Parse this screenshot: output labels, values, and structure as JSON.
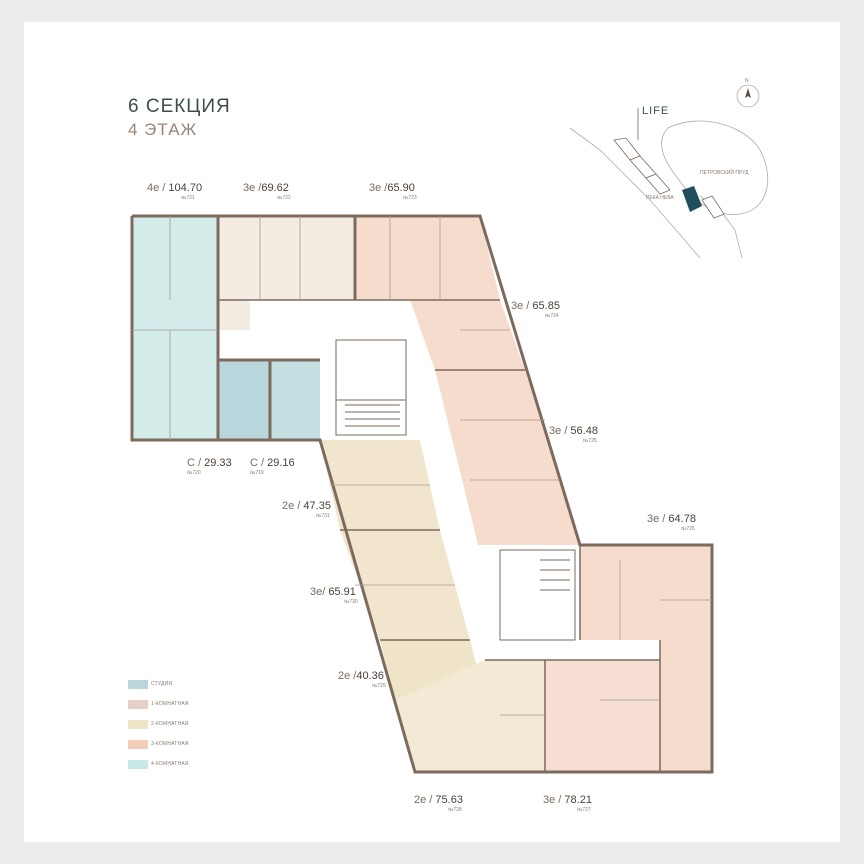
{
  "header": {
    "section": "6 СЕКЦИЯ",
    "floor": "4 ЭТАЖ"
  },
  "apartments": [
    {
      "type": "4е",
      "sep": " / ",
      "area": "104.70",
      "number": "№721"
    },
    {
      "type": "3е",
      "sep": " /",
      "area": "69.62",
      "number": "№722"
    },
    {
      "type": "3е",
      "sep": " /",
      "area": "65.90",
      "number": "№723"
    },
    {
      "type": "3е",
      "sep": " / ",
      "area": "65.85",
      "number": "№724"
    },
    {
      "type": "3е",
      "sep": " / ",
      "area": "56.48",
      "number": "№725"
    },
    {
      "type": "3е",
      "sep": " / ",
      "area": "64.78",
      "number": "№726"
    },
    {
      "type": "3е",
      "sep": " / ",
      "area": "78.21",
      "number": "№727"
    },
    {
      "type": "2е",
      "sep": " / ",
      "area": "75.63",
      "number": "№728"
    },
    {
      "type": "2е",
      "sep": " /",
      "area": "40.36",
      "number": "№729"
    },
    {
      "type": "3е",
      "sep": "/ ",
      "area": "65.91",
      "number": "№730"
    },
    {
      "type": "2е",
      "sep": " / ",
      "area": "47.35",
      "number": "№731"
    },
    {
      "type": "С",
      "sep": " / ",
      "area": "29.33",
      "number": "№720"
    },
    {
      "type": "С",
      "sep": " / ",
      "area": "29.16",
      "number": "№719"
    }
  ],
  "legend": [
    {
      "label": "СТУДИЯ",
      "color": "#b9d6dc"
    },
    {
      "label": "1-КОМНАТНАЯ",
      "color": "#e6cfc7"
    },
    {
      "label": "2-КОМНАТНАЯ",
      "color": "#efe3c8"
    },
    {
      "label": "3-КОМНАТНАЯ",
      "color": "#f3cdb7"
    },
    {
      "label": "4-КОМНАТНАЯ",
      "color": "#c7e7e4"
    }
  ],
  "minimap": {
    "life": "LIFE",
    "pond": "ПЕТРОВСКИЙ ПРУД",
    "river": "РЕКА НЕВА",
    "compass": "N"
  },
  "colors": {
    "wall": "#7d6a5e",
    "studio": "#b9d6dc",
    "two_room": "#f1e6cd",
    "three_room": "#f6dccd",
    "four_room": "#d3ecea",
    "accent": "#1f4f5b"
  }
}
